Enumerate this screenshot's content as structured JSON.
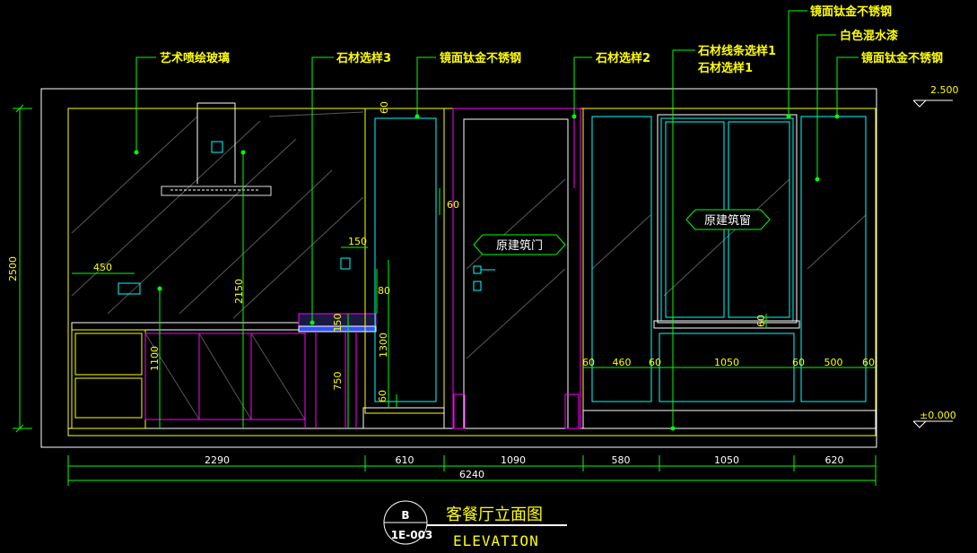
{
  "callouts": {
    "art_glass": "艺术喷绘玻璃",
    "stone3": "石材选样3",
    "mirror_ti_1": "镜面钛金不锈钢",
    "stone2": "石材选样2",
    "stone_line1": "石材线条选样1",
    "stone1": "石材选样1",
    "mirror_ti_top": "镜面钛金不锈钢",
    "white_paint": "白色混水漆",
    "mirror_ti_2": "镜面钛金不锈钢"
  },
  "tags": {
    "door": "原建筑门",
    "window": "原建筑窗"
  },
  "levels": {
    "top": "2.500",
    "bottom": "±0.000"
  },
  "dims": {
    "height_total": "2500",
    "hood_h": "2150",
    "outlet_w": "450",
    "counter_h": "1100",
    "d60_a": "60",
    "d60_b": "60",
    "d150_w": "150",
    "d80": "80",
    "d150_h": "150",
    "d1300": "1300",
    "d750": "750",
    "d60_c": "60",
    "d60_win": "60",
    "row_60a": "60",
    "row_460": "460",
    "row_60b": "60",
    "row_1050": "1050",
    "row_60c": "60",
    "row_500": "500",
    "row_60d": "60",
    "b_2290": "2290",
    "b_610": "610",
    "b_1090": "1090",
    "b_580": "580",
    "b_1050": "1050",
    "b_620": "620",
    "b_total": "6240"
  },
  "title": {
    "circle_top": "B",
    "circle_bottom": "1E-003",
    "cn": "客餐厅立面图",
    "en": "ELEVATION"
  }
}
